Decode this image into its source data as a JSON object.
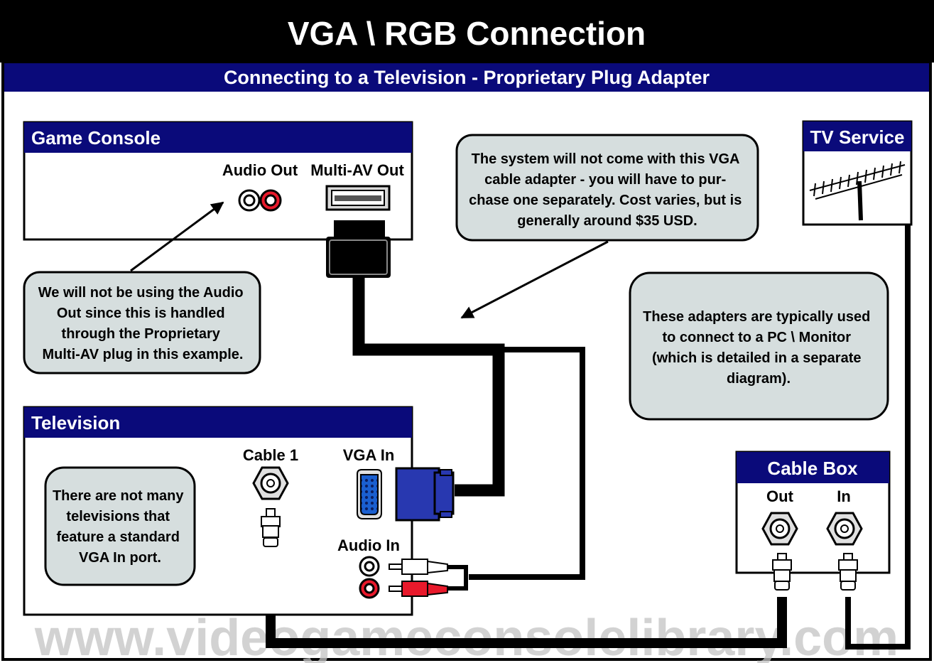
{
  "header": {
    "title": "VGA \\ RGB Connection",
    "subtitle": "Connecting to a Television - Proprietary Plug Adapter"
  },
  "game_console": {
    "label": "Game Console",
    "audio_out_label": "Audio Out",
    "multi_av_label": "Multi-AV Out"
  },
  "television": {
    "label": "Television",
    "cable_label": "Cable 1",
    "vga_label": "VGA In",
    "audio_in_label": "Audio In"
  },
  "tv_service": {
    "label": "TV Service"
  },
  "cable_box": {
    "label": "Cable Box",
    "out_label": "Out",
    "in_label": "In"
  },
  "notes": {
    "audio": [
      "We will not be using the Audio",
      "Out since this is handled",
      "through the Proprietary",
      "Multi-AV plug in this example."
    ],
    "adapter": [
      "The system will not come with this VGA",
      "cable adapter -  you will have to pur-",
      "chase one separately.  Cost varies, but is",
      "generally around $35 USD."
    ],
    "pc": [
      "These adapters are typically used",
      "to connect to a PC \\ Monitor",
      "(which is detailed in a separate",
      "diagram)."
    ],
    "tv": [
      "There are not many",
      "televisions that",
      "feature a standard",
      "VGA In port."
    ]
  },
  "watermark": "www.videogameconsolelibrary.com",
  "colors": {
    "header_bg": "#000000",
    "band_bg": "#0a0a7a",
    "panel_header_bg": "#0a0a7a",
    "note_fill": "#d6dede",
    "vga_blue": "#2838b0",
    "port_blue": "#1a5fd0",
    "red_jack": "#e8192b"
  }
}
